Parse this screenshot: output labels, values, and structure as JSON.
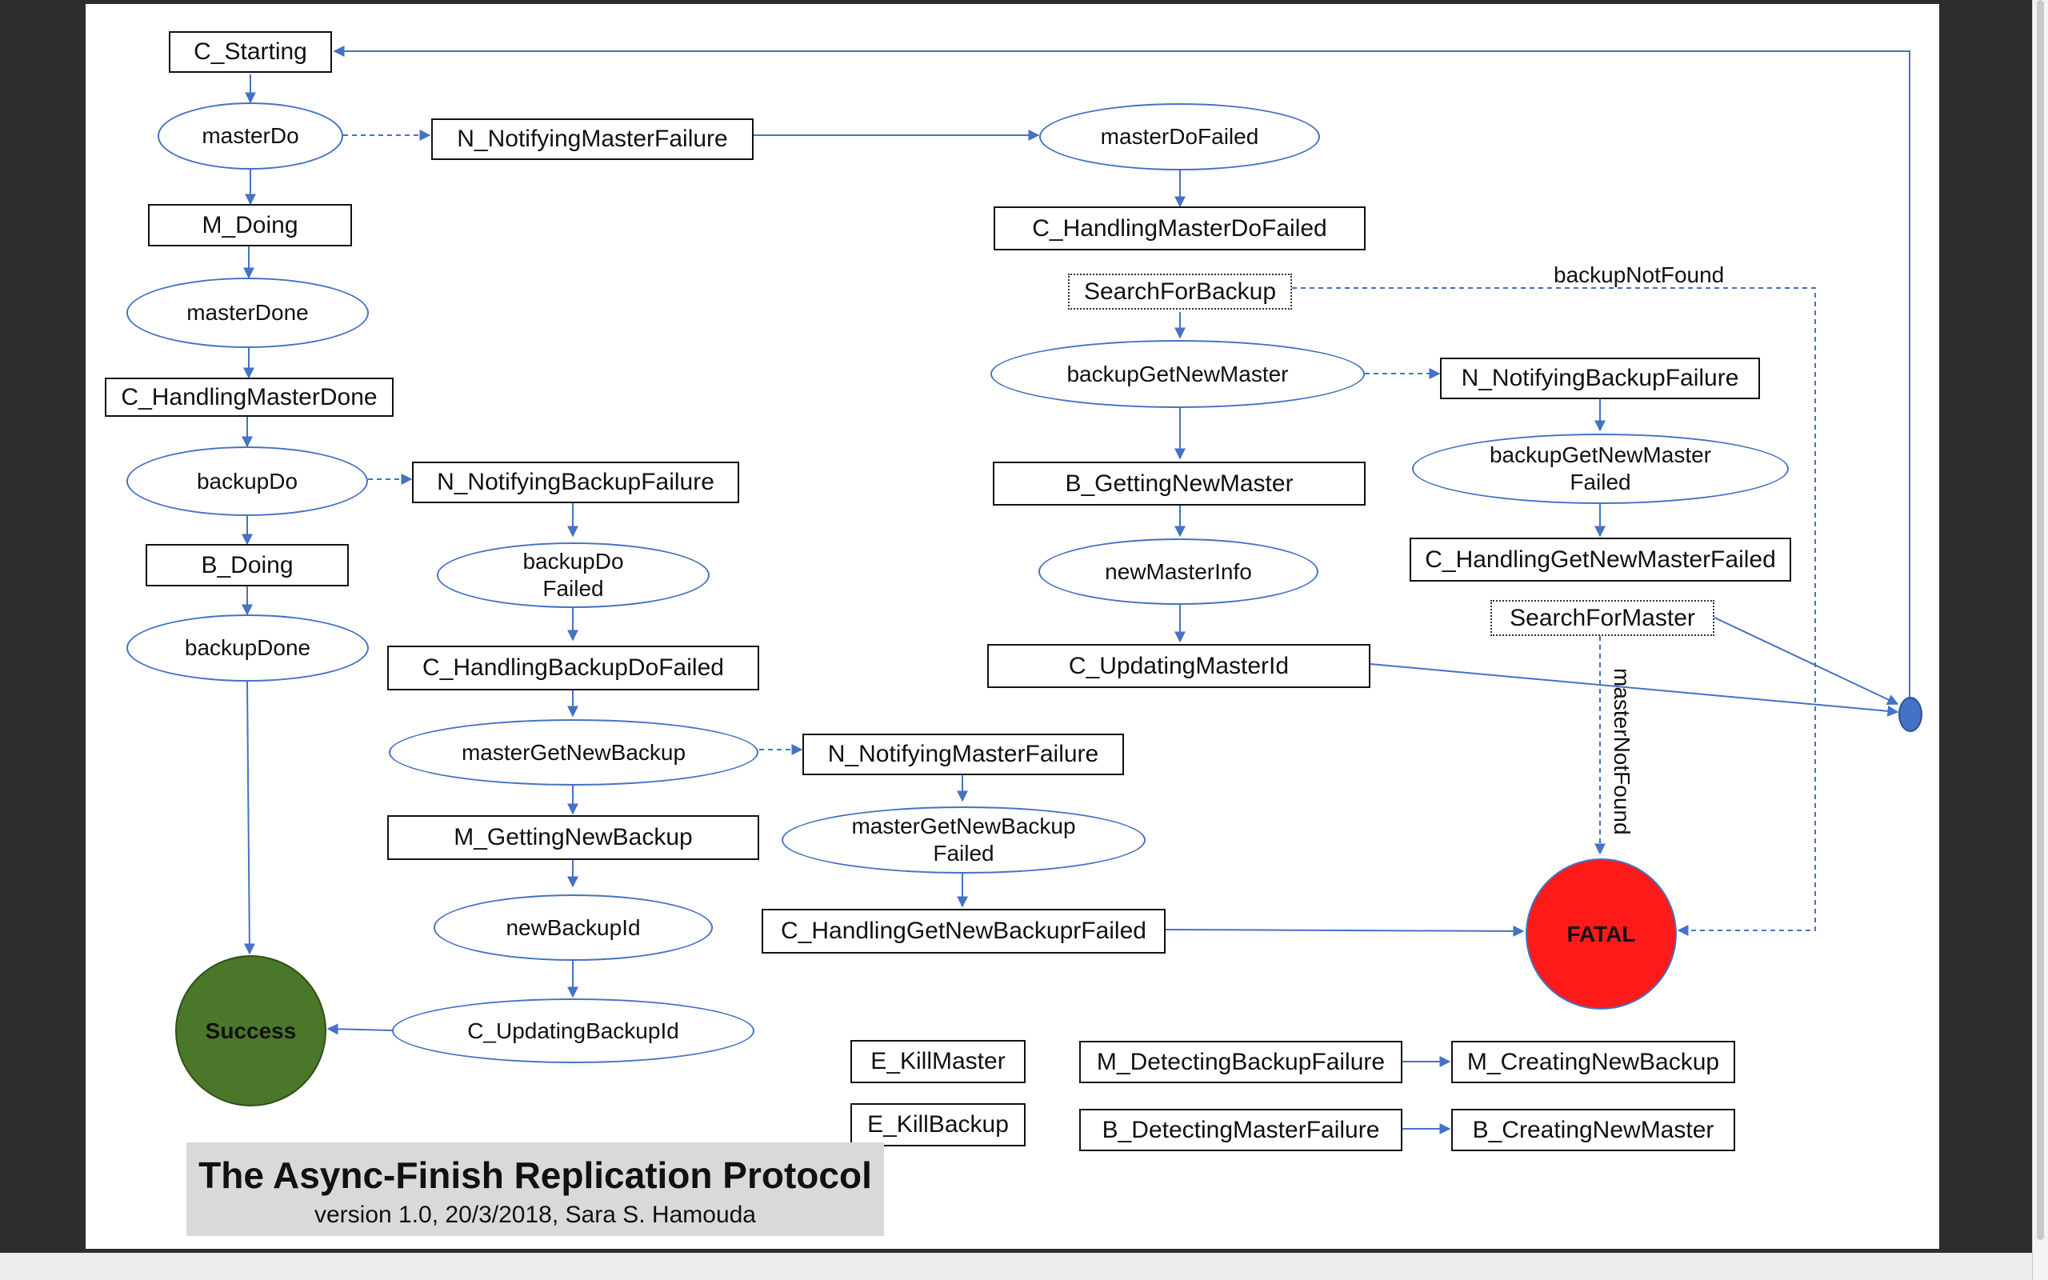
{
  "diagram": {
    "title": "The Async-Finish Replication Protocol",
    "subtitle": "version 1.0, 20/3/2018, Sara S. Hamouda",
    "nodes": {
      "c_starting": "C_Starting",
      "master_do": "masterDo",
      "n_notifying_master_failure_1": "N_NotifyingMasterFailure",
      "master_do_failed": "masterDoFailed",
      "m_doing": "M_Doing",
      "c_handling_master_do_failed": "C_HandlingMasterDoFailed",
      "search_for_backup": "SearchForBackup",
      "master_done": "masterDone",
      "c_handling_master_done": "C_HandlingMasterDone",
      "backup_get_new_master": "backupGetNewMaster",
      "n_notifying_backup_failure_2": "N_NotifyingBackupFailure",
      "backup_do": "backupDo",
      "n_notifying_backup_failure_1": "N_NotifyingBackupFailure",
      "b_getting_new_master": "B_GettingNewMaster",
      "backup_get_new_master_failed_1": "backupGetNewMaster",
      "backup_get_new_master_failed_2": "Failed",
      "b_doing": "B_Doing",
      "backup_do_failed_1": "backupDo",
      "backup_do_failed_2": "Failed",
      "new_master_info": "newMasterInfo",
      "c_handling_get_new_master_failed": "C_HandlingGetNewMasterFailed",
      "search_for_master": "SearchForMaster",
      "backup_done": "backupDone",
      "c_handling_backup_do_failed": "C_HandlingBackupDoFailed",
      "c_updating_master_id": "C_UpdatingMasterId",
      "master_get_new_backup": "masterGetNewBackup",
      "n_notifying_master_failure_2": "N_NotifyingMasterFailure",
      "m_getting_new_backup": "M_GettingNewBackup",
      "master_get_new_backup_failed_1": "masterGetNewBackup",
      "master_get_new_backup_failed_2": "Failed",
      "new_backup_id": "newBackupId",
      "c_handling_get_new_backupr_failed": "C_HandlingGetNewBackuprFailed",
      "fatal": "FATAL",
      "success": "Success",
      "c_updating_backup_id": "C_UpdatingBackupId",
      "e_kill_master": "E_KillMaster",
      "m_detecting_backup_failure": "M_DetectingBackupFailure",
      "m_creating_new_backup": "M_CreatingNewBackup",
      "e_kill_backup": "E_KillBackup",
      "b_detecting_master_failure": "B_DetectingMasterFailure",
      "b_creating_new_master": "B_CreatingNewMaster"
    },
    "edge_labels": {
      "backup_not_found": "backupNotFound",
      "master_not_found": "masterNotFound"
    }
  }
}
